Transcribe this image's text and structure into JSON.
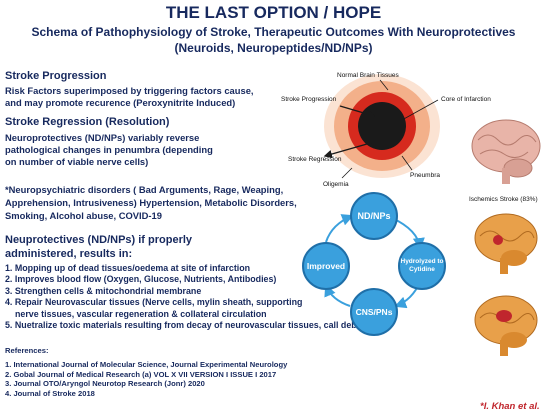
{
  "header": {
    "title": "THE LAST OPTION / HOPE",
    "subtitle_line1": "Schema of Pathophysiology of Stroke, Therapeutic Outcomes With Neuroprotectives",
    "subtitle_line2": "(Neuroids, Neuropeptides/ND/NPs)"
  },
  "progression": {
    "heading": "Stroke Progression",
    "line1": "Risk Factors superimposed by triggering factors cause,",
    "line2": "and may promote recurence (Peroxynitrite Induced)"
  },
  "regression": {
    "heading": "Stroke Regression (Resolution)",
    "line1": "Neuroprotectives (ND/NPs) variably reverse",
    "line2": "pathological changes in penumbra (depending",
    "line3": "on number of viable nerve cells)"
  },
  "disorders": {
    "line1": "*Neuropsychiatric disorders ( Bad Arguments, Rage, Weaping,",
    "line2": "Apprehension, Intrusiveness) Hypertension, Metabolic Disorders,",
    "line3": "Smoking, Alcohol abuse, COVID-19"
  },
  "results": {
    "heading1": "Neuprotectives (ND/NPs) if properly",
    "heading2": "administered, results in:",
    "items": [
      "1. Mopping up of dead tissues/oedema at site of infarction",
      "2. Improves blood flow (Oxygen, Glucose, Nutrients, Antibodies)",
      "3. Strengthen cells & mitochondrial membrane",
      "4. Repair Neurovascular tissues (Nerve cells, mylin sheath, supporting",
      "    nerve tissues, vascular regeneration & collateral circulation",
      "5. Nuetralize toxic materials resulting from decay of neurovascular tissues, call debris"
    ]
  },
  "references": {
    "heading": "References:",
    "items": [
      "1.  International Journal of Molecular Science, Journal Experimental Neurology",
      "2.  Gobal Journal of Medical Research (a) VOL X VII VERSION I ISSUE I 2017",
      "3.  Journal OTO/Aryngol Neurotop Research (Jonr) 2020",
      "4.  Journal of Stroke 2018"
    ]
  },
  "author": "*I. Khan et al.",
  "diagram_labels": {
    "normal": "Normal Brain Tissues",
    "progression": "Stroke Progression",
    "core": "Core of Infarction",
    "regression": "Stroke Regression",
    "oligemia": "Oligemia",
    "penumbra": "Pneumbra",
    "ischemic": "Ischemics Stroke (83%)"
  },
  "cycle": {
    "top": "ND/NPs",
    "right": "Hydrolyzed to Cytidine",
    "bottom": "CNS/PNs",
    "left": "Improved"
  },
  "colors": {
    "title": "#17295e",
    "cycle_node": "#3aa0dd",
    "core": "#1a1a1a",
    "penumbra": "#d62a1e",
    "oligemia": "#f3b08a",
    "arrow": "#1a1a1a",
    "author": "#c0262d"
  }
}
